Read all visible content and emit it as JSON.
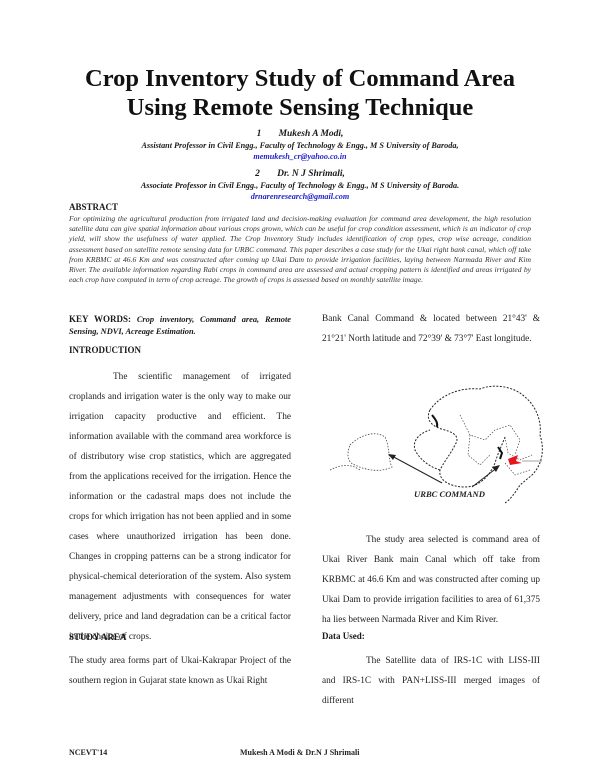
{
  "title": {
    "line1": "Crop Inventory Study of Command Area",
    "line2": "Using Remote Sensing Technique"
  },
  "authors": [
    {
      "num": "1",
      "name": "Mukesh A Modi,",
      "affiliation": "Assistant Professor in Civil Engg., Faculty of Technology & Engg., M S University of Baroda,",
      "email": "memukesh_cr@yahoo.co.in"
    },
    {
      "num": "2",
      "name": "Dr. N J Shrimali,",
      "affiliation": "Associate Professor in Civil Engg., Faculty of Technology & Engg., M S University of Baroda.",
      "email": "drnarenresearch@gmail.com"
    }
  ],
  "abstract": {
    "heading": "ABSTRACT",
    "text": "For optimizing the agricultural production from irrigated land and decision-making evaluation for command area development, the high resolution satellite data can give spatial information about various crops grown, which can be useful for crop condition assessment, which is an indicator of crop yield, will show the usefulness of water applied. The Crop Inventory Study includes identification of crop types, crop wise acreage, condition assessment based on satellite remote sensing data for URBC command. This paper describes a case study for the Ukai right bank canal, which off take from KRBMC at 46.6 Km and was constructed after coming up Ukai Dam to provide irrigation facilities, laying between Narmada River and Kim River. The available information regarding Rabi crops in command area are assessed and actual cropping pattern is identified and areas irrigated by each crop have computed in term of crop acreage. The growth of crops is assessed based on monthly satellite image."
  },
  "keywords": {
    "label": "KEY WORDS:",
    "text": "Crop inventory, Command area, Remote Sensing, NDVI, Acreage Estimation."
  },
  "introduction": {
    "heading": "INTRODUCTION",
    "text": "The scientific management of irrigated croplands and irrigation water is the only way to make our irrigation capacity productive and efficient. The information available with the command area workforce is of distributory wise crop statistics, which are aggregated from the applications received for the irrigation. Hence the information or the cadastral maps does not include the crops for which irrigation has not been applied and in some cases where unauthorized irrigation has been done. Changes in cropping patterns can be a strong indicator for physical-chemical deterioration of the system. Also system management adjustments with consequences for water delivery, price and land degradation can be a critical factor in the choice of crops."
  },
  "study_area": {
    "heading": "STUDY AREA",
    "text_left": "The study area forms part of Ukai-Kakrapar Project of the southern region in Gujarat state known as Ukai Right",
    "text_right": "Bank Canal Command & located between 21°43' & 21°21' North latitude and 72°39' & 73°7' East longitude.",
    "para2": "The study area selected is command area of Ukai River Bank main Canal which off take from KRBMC at 46.6 Km and was constructed after coming up Ukai Dam to provide irrigation facilities to area of 61,375 ha lies between Narmada River and Kim River."
  },
  "figure": {
    "label": "URBC COMMAND",
    "highlight_color": "#e8141c"
  },
  "data_used": {
    "heading": "Data Used:",
    "text": "The Satellite data of IRS-1C with LISS-III and IRS-1C with PAN+LISS-III merged images of different"
  },
  "footer": {
    "left": "NCEVT'14",
    "center": "Mukesh A Modi & Dr.N J Shrimali"
  }
}
